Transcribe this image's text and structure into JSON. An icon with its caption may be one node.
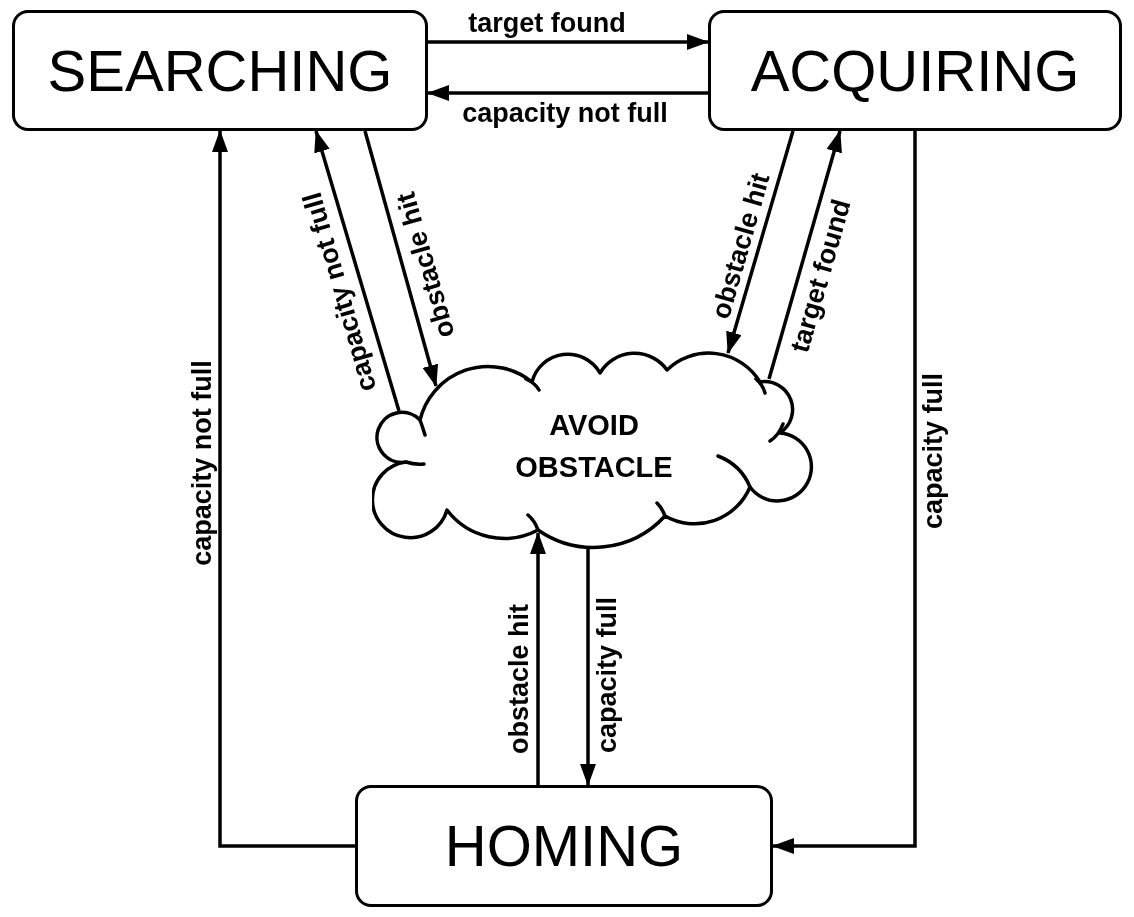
{
  "diagram": {
    "nodes": [
      {
        "text": [
          "SEARCHING"
        ]
      },
      {
        "text": [
          "ACQUIRING"
        ]
      },
      {
        "text": [
          "AVOID OBSTACLE"
        ]
      },
      {
        "text": [
          "HOMING"
        ]
      }
    ],
    "edges": [
      {
        "from": 0,
        "to": 1,
        "arrow": "to",
        "label": "target found"
      },
      {
        "from": 1,
        "to": 0,
        "arrow": "to",
        "label": "capacity not full"
      },
      {
        "from": 2,
        "to": 0,
        "arrow": "to",
        "label": "capacity not full"
      },
      {
        "from": 0,
        "to": 2,
        "arrow": "to",
        "label": "obstacle hit"
      },
      {
        "from": 1,
        "to": 2,
        "arrow": "to",
        "label": "obstacle hit"
      },
      {
        "from": 2,
        "to": 1,
        "arrow": "to",
        "label": "target found"
      },
      {
        "from": 3,
        "to": 2,
        "arrow": "to",
        "label": "obstacle hit"
      },
      {
        "from": 2,
        "to": 3,
        "arrow": "to",
        "label": "capacity full"
      },
      {
        "from": 3,
        "to": 0,
        "arrow": "to",
        "label": "capacity not full"
      },
      {
        "from": 1,
        "to": 3,
        "arrow": "to",
        "label": "capacity full"
      }
    ]
  }
}
